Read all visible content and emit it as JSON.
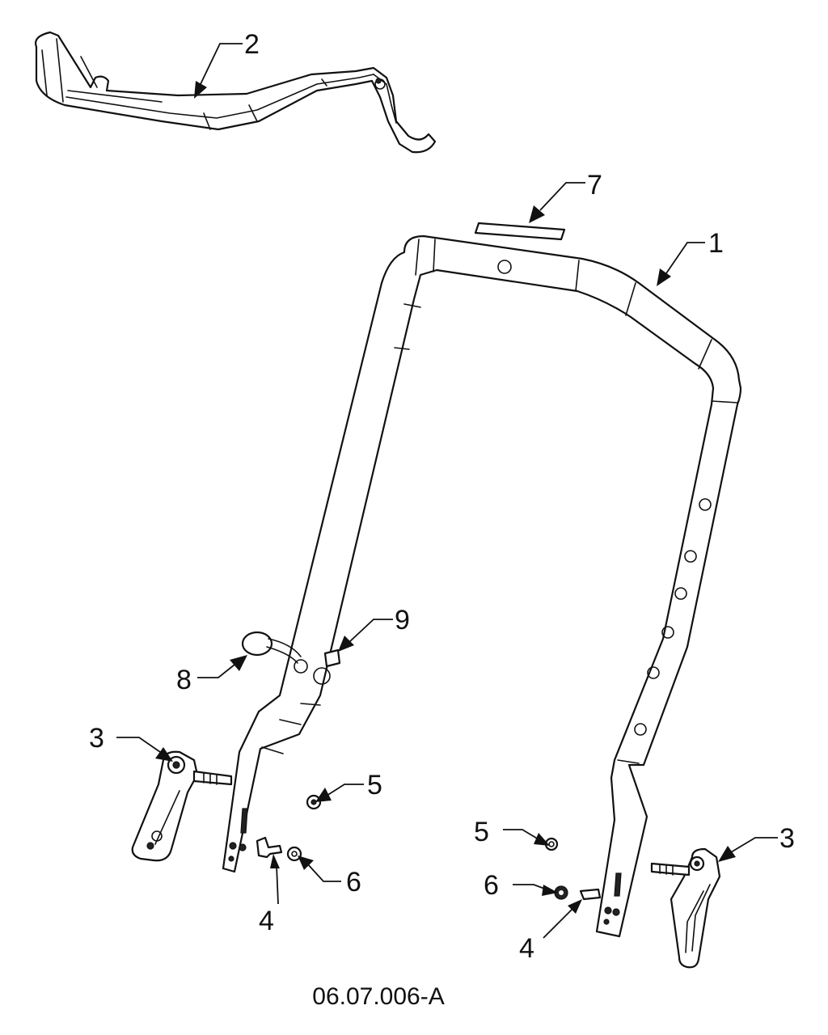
{
  "diagram": {
    "reference_code": "06.07.006-A",
    "callouts": {
      "c1": "1",
      "c2": "2",
      "c3_left": "3",
      "c3_right": "3",
      "c4_left": "4",
      "c4_right": "4",
      "c5_left": "5",
      "c5_right": "5",
      "c6_left": "6",
      "c6_right": "6",
      "c7": "7",
      "c8": "8",
      "c9": "9"
    }
  }
}
